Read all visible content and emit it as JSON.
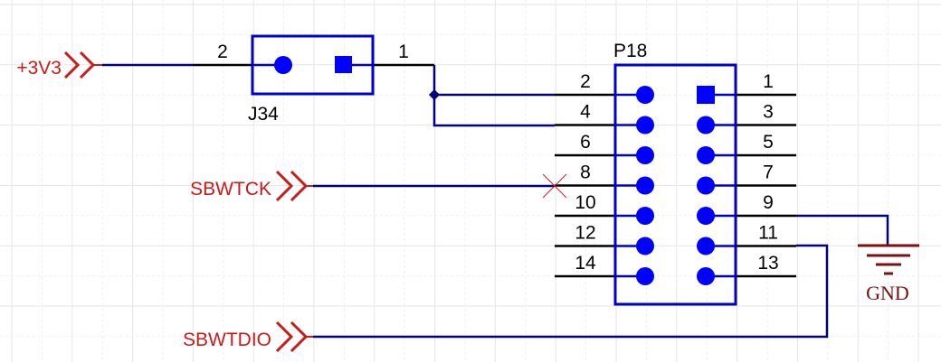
{
  "colors": {
    "background": "#ffffff",
    "grid_major": "#e6e6e6",
    "grid_minor": "#efefef",
    "wire": "#000080",
    "pin_line": "#000000",
    "component": "#0000cc",
    "pad": "#0000ff",
    "port": "#cc1a1a",
    "no_erc": "#cc1a1a",
    "power": "#7a1010",
    "text": "#000000"
  },
  "ports": [
    {
      "name": "+3V3"
    },
    {
      "name": "SBWTCK"
    },
    {
      "name": "SBWTDIO"
    }
  ],
  "components": {
    "J34": {
      "designator": "J34",
      "pins": [
        {
          "number": "2",
          "pad": "round"
        },
        {
          "number": "1",
          "pad": "square"
        }
      ]
    },
    "P18": {
      "designator": "P18",
      "left_pins": [
        "2",
        "4",
        "6",
        "8",
        "10",
        "12",
        "14"
      ],
      "right_pins": [
        "1",
        "3",
        "5",
        "7",
        "9",
        "11",
        "13"
      ]
    }
  },
  "power": {
    "label": "GND"
  },
  "connections": [
    {
      "net": "+3V3",
      "from": "+3V3 port",
      "to": "J34 pin 2"
    },
    {
      "net": "J34-1",
      "from": "J34 pin 1",
      "to": "P18 pins 2 and 4",
      "junction": true
    },
    {
      "net": "SBWTCK",
      "from": "SBWTCK port",
      "to": "P18 pin 8"
    },
    {
      "net": "GND",
      "from": "P18 pin 9",
      "to": "GND"
    },
    {
      "net": "SBWTDIO",
      "from": "SBWTDIO port",
      "to": "P18 pin 11"
    }
  ],
  "no_erc_marker": {
    "pin": "P18 pin 8"
  }
}
